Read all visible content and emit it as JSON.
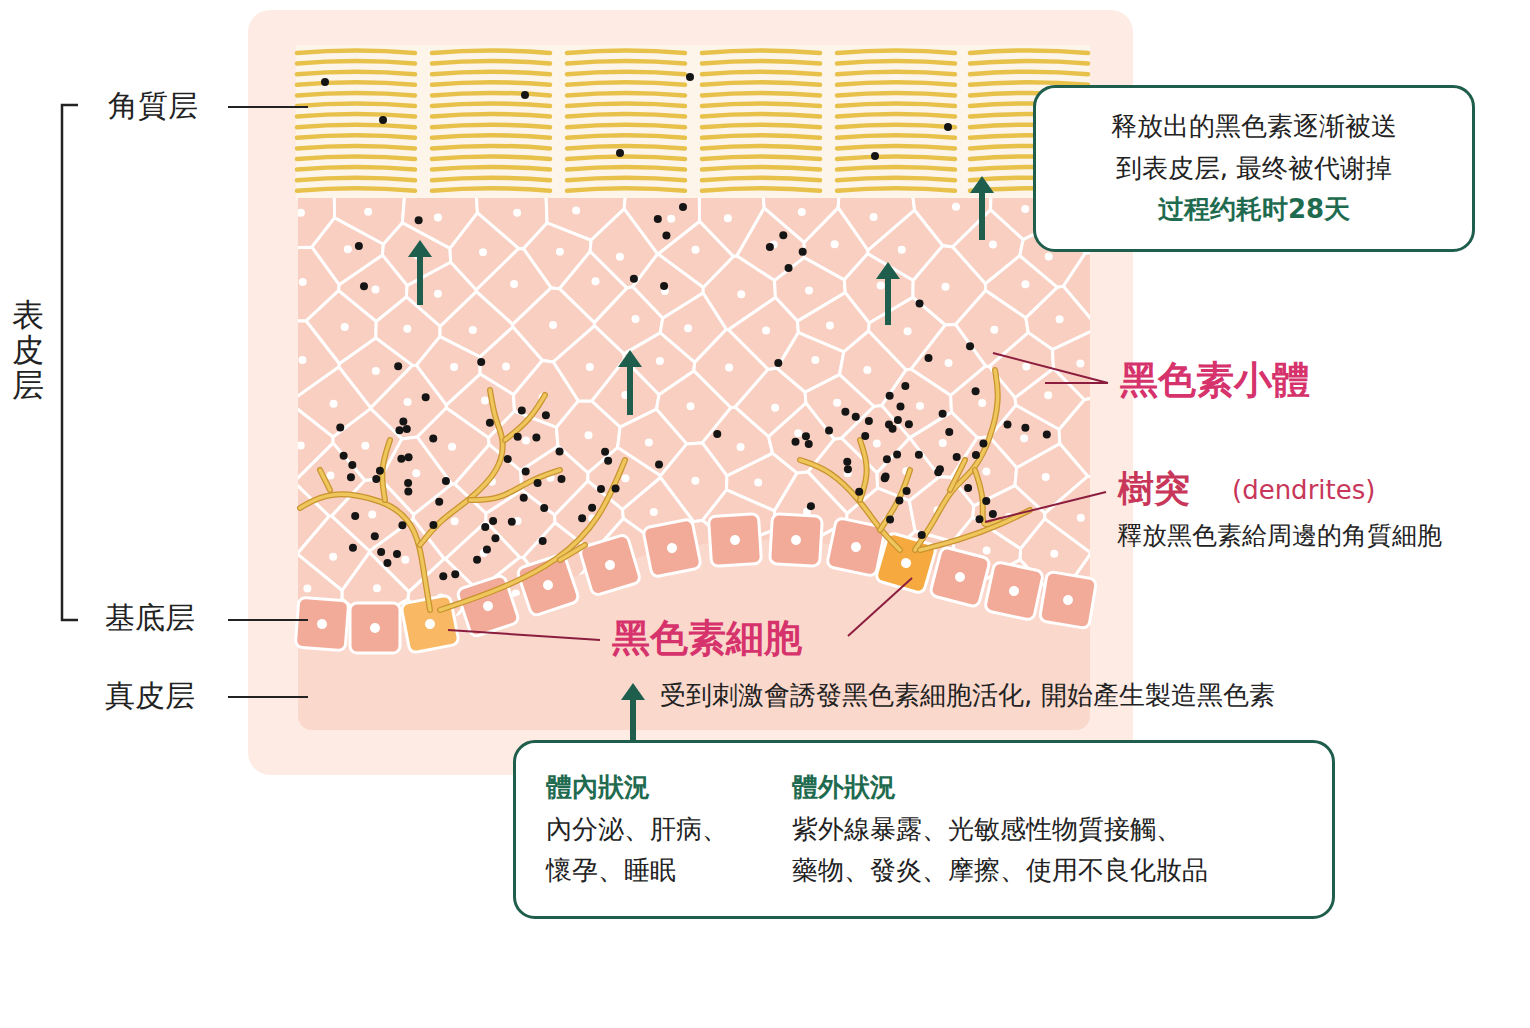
{
  "diagram": {
    "nodes": [
      {
        "text": [
          "释放出的黑色素逐渐被送 到表皮层, 最终被代谢掉",
          "过程约耗时28天"
        ]
      },
      {
        "text": [
          "體內狀況",
          "內分泌、肝病、 懷孕、睡眠",
          "體外狀況",
          "紫外線暴露、光敏感性物質接觸、 藥物、發炎、摩擦、使用不良化妝品"
        ]
      }
    ],
    "labels": [
      "角質层",
      "表皮层",
      "基底层",
      "真皮层",
      "黑色素小體",
      "樹突",
      "(dendrites)",
      "釋放黑色素給周邊的角質細胞",
      "黑色素細胞",
      "受到刺激會誘發黑色素細胞活化, 開始產生製造黑色素"
    ]
  }
}
